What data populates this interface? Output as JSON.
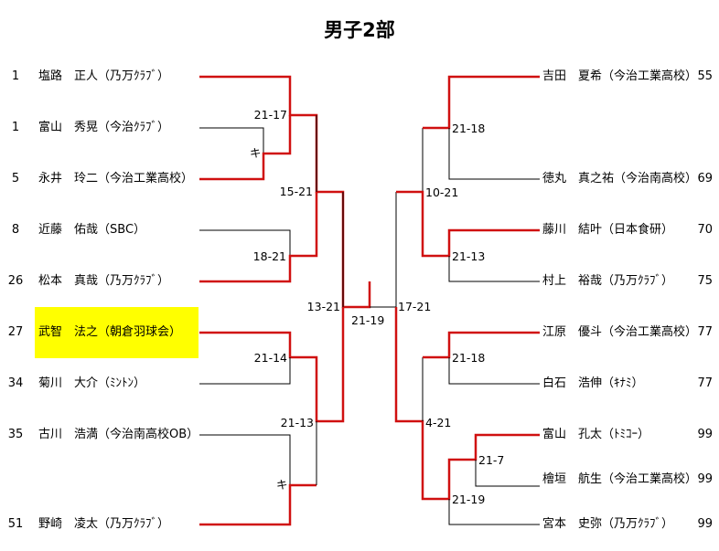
{
  "title": "男子2部",
  "left_players": [
    {
      "seed": "1",
      "name": "塩路　正人",
      "club": "（乃万ｸﾗﾌﾞ）"
    },
    {
      "seed": "1",
      "name": "富山　秀晃",
      "club": "（今治ｸﾗﾌﾞ）"
    },
    {
      "seed": "5",
      "name": "永井　玲二",
      "club": "（今治工業高校）"
    },
    {
      "seed": "8",
      "name": "近藤　佑哉",
      "club": "（SBC）"
    },
    {
      "seed": "26",
      "name": "松本　真哉",
      "club": "（乃万ｸﾗﾌﾞ）"
    },
    {
      "seed": "27",
      "name": "武智　法之",
      "club": "（朝倉羽球会）",
      "highlighted": true
    },
    {
      "seed": "34",
      "name": "菊川　大介",
      "club": "（ﾐﾝﾄﾝ）"
    },
    {
      "seed": "35",
      "name": "古川　浩満",
      "club": "（今治南高校OB）"
    },
    {
      "seed": "51",
      "name": "野崎　凌太",
      "club": "（乃万ｸﾗﾌﾞ）"
    }
  ],
  "right_players": [
    {
      "seed": "55",
      "name": "吉田　夏希",
      "club": "（今治工業高校）"
    },
    {
      "seed": "69",
      "name": "徳丸　真之祐",
      "club": "（今治南高校）"
    },
    {
      "seed": "70",
      "name": "藤川　結叶",
      "club": "（日本食研）"
    },
    {
      "seed": "75",
      "name": "村上　裕哉",
      "club": "（乃万ｸﾗﾌﾞ）"
    },
    {
      "seed": "77",
      "name": "江原　優斗",
      "club": "（今治工業高校）"
    },
    {
      "seed": "77",
      "name": "白石　浩伸",
      "club": "（ｷﾅﾐ）"
    },
    {
      "seed": "99",
      "name": "富山　孔太",
      "club": "（ﾄﾐｺｰ）"
    },
    {
      "seed": "99",
      "name": "檜垣　航生",
      "club": "（今治工業高校）"
    },
    {
      "seed": "99",
      "name": "宮本　史弥",
      "club": "（乃万ｸﾗﾌﾞ）"
    }
  ],
  "scores": {
    "l_r2_a": "21-17",
    "l_r1_kiken_a": "キ",
    "l_r3_a": "15-21",
    "l_r2_b": "18-21",
    "l_semi": "13-21",
    "final": "21-19",
    "r_semi": "17-21",
    "l_r2_c": "21-14",
    "l_r3_b": "21-13",
    "l_r1_kiken_b": "キ",
    "r_r2_a": "21-18",
    "r_r3_a": "10-21",
    "r_r2_b": "21-13",
    "r_r2_c": "21-18",
    "r_r3_b": "4-21",
    "r_r1_a": "21-7",
    "r_r2_d": "21-19"
  },
  "colors": {
    "winner_line": "#d01010",
    "highlight": "#ffff00"
  }
}
